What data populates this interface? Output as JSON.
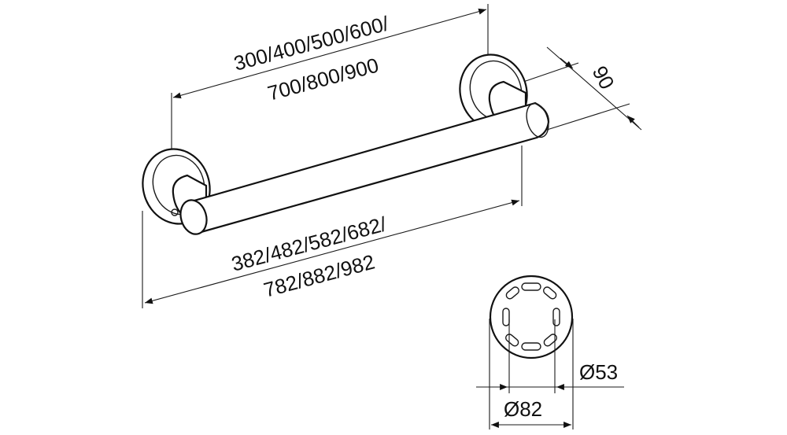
{
  "dimensions": {
    "length_line1": "300/400/500/600/",
    "length_line2": "700/800/900",
    "overall_line1": "382/482/582/682/",
    "overall_line2": "782/882/982",
    "projection": "90",
    "tube_diameter": "Ø53",
    "rosette_diameter": "Ø82"
  },
  "colors": {
    "ink": "#111111",
    "paper": "#ffffff"
  }
}
